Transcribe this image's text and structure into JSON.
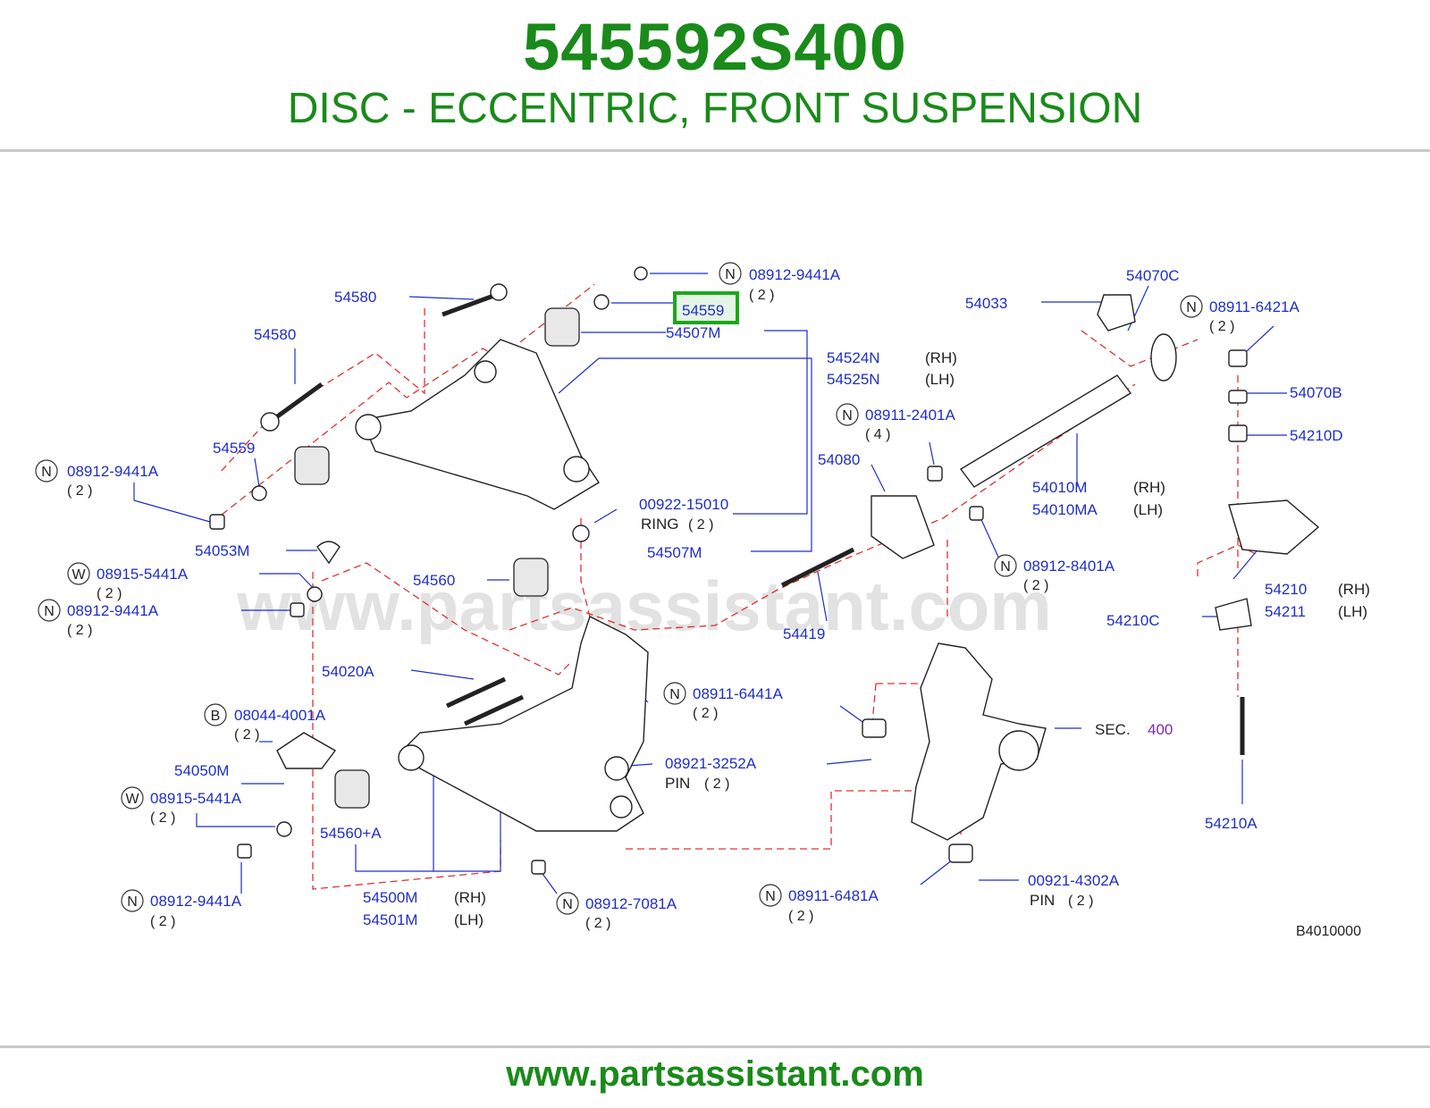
{
  "header": {
    "part_number": "545592S400",
    "description": "DISC - ECCENTRIC, FRONT SUSPENSION"
  },
  "watermark": "www.partsassistant.com",
  "footer": {
    "url": "www.partsassistant.com"
  },
  "diagram": {
    "code": "B4010000",
    "highlighted_part": "54559",
    "sec": {
      "label": "SEC.",
      "number": "400"
    },
    "labels": {
      "p54580_a": "54580",
      "p54580_b": "54580",
      "p08912_9441A_top": "08912-9441A",
      "q2_top": "( 2 )",
      "p54559_hl": "54559",
      "p54507M_top": "54507M",
      "p54524N": "54524N",
      "p54525N": "54525N",
      "rh1": "(RH)",
      "lh1": "(LH)",
      "p54033": "54033",
      "p54070C": "54070C",
      "p08911_6421A": "08911-6421A",
      "q2_6421": "( 2 )",
      "p54070B": "54070B",
      "p54210D": "54210D",
      "p08911_2401A": "08911-2401A",
      "q4_2401": "( 4 )",
      "p54080": "54080",
      "p54010M": "54010M",
      "p54010MA": "54010MA",
      "rh2": "(RH)",
      "lh2": "(LH)",
      "p54559_left": "54559",
      "p08912_9441A_l1": "08912-9441A",
      "q2_l1": "( 2 )",
      "p00922_15010": "00922-15010",
      "ring_cap": "RING",
      "q2_ring": "( 2 )",
      "p54053M": "54053M",
      "p54507M_bottom": "54507M",
      "p08915_5441A_l1": "08915-5441A",
      "q2_w1": "( 2 )",
      "p54560": "54560",
      "p08912_9441A_l2": "08912-9441A",
      "q2_l2": "( 2 )",
      "p08912_8401A": "08912-8401A",
      "q2_8401": "( 2 )",
      "p54419": "54419",
      "p54210": "54210",
      "p54211": "54211",
      "rh3": "(RH)",
      "lh3": "(LH)",
      "p54210C": "54210C",
      "p54020A": "54020A",
      "p08911_6441A": "08911-6441A",
      "q2_6441": "( 2 )",
      "p08044_4001A": "08044-4001A",
      "q2_08044": "( 2 )",
      "p54050M": "54050M",
      "p08921_3252A": "08921-3252A",
      "pin_cap1": "PIN",
      "q2_pin1": "( 2 )",
      "p08915_5441A_l2": "08915-5441A",
      "q2_w2": "( 2 )",
      "p54560A": "54560+A",
      "p54210A": "54210A",
      "p08912_9441A_l3": "08912-9441A",
      "q2_l3": "( 2 )",
      "p54500M": "54500M",
      "p54501M": "54501M",
      "rh4": "(RH)",
      "lh4": "(LH)",
      "p08912_7081A": "08912-7081A",
      "q2_7081": "( 2 )",
      "p08911_6481A": "08911-6481A",
      "q2_6481": "( 2 )",
      "p00921_4302A": "00921-4302A",
      "pin_cap2": "PIN",
      "q2_pin2": "( 2 )"
    },
    "markers": {
      "n": "N",
      "w": "W",
      "b": "B"
    }
  }
}
